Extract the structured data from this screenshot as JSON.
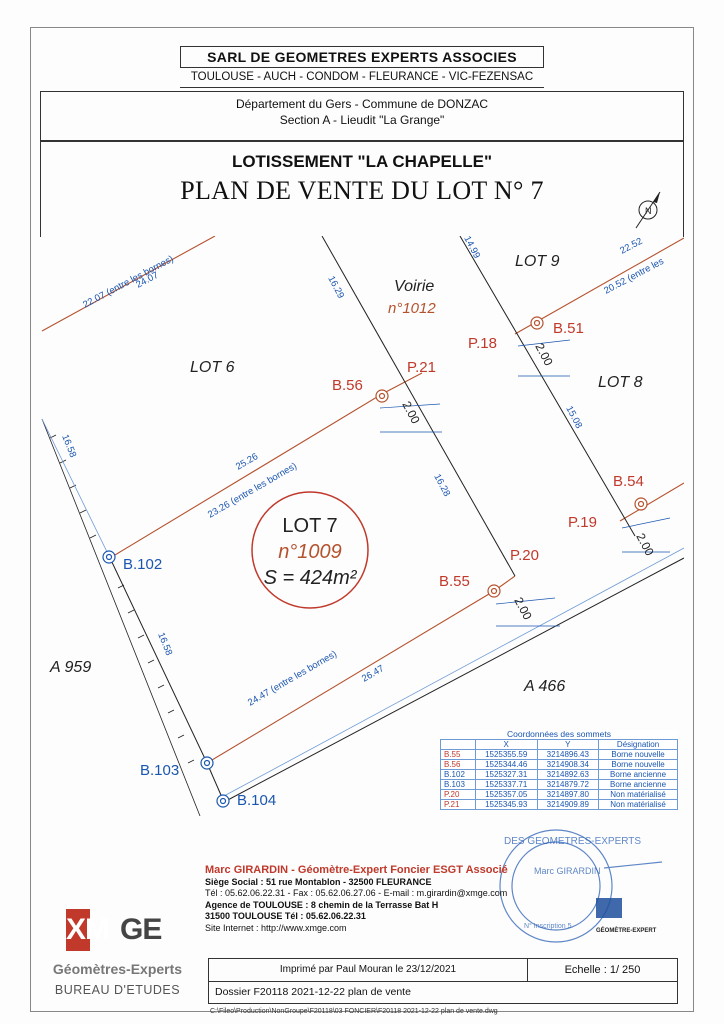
{
  "header": {
    "company": "SARL DE GEOMETRES EXPERTS ASSOCIES",
    "towns": "TOULOUSE - AUCH - CONDOM - FLEURANCE - VIC-FEZENSAC",
    "dept_line1": "Département du Gers  -  Commune de DONZAC",
    "dept_line2": "Section A - Lieudit \"La Grange\""
  },
  "title": {
    "subtitle": "LOTISSEMENT \"LA CHAPELLE\"",
    "main": "PLAN DE VENTE DU LOT N° 7"
  },
  "plan": {
    "lots": {
      "lot6": "LOT 6",
      "lot8": "LOT 8",
      "lot9": "LOT 9",
      "a959": "A 959",
      "a466": "A 466",
      "voirie": "Voirie",
      "voirie_num": "n°1012"
    },
    "lot7": {
      "name": "LOT 7",
      "number": "n°1009",
      "area": "S = 424m²"
    },
    "points": {
      "b51": "B.51",
      "b54": "B.54",
      "b55": "B.55",
      "b56": "B.56",
      "b102": "B.102",
      "b103": "B.103",
      "b104": "B.104",
      "p18": "P.18",
      "p19": "P.19",
      "p20": "P.20",
      "p21": "P.21"
    },
    "dimensions": {
      "d_22_07": "22.07 (entre les bornes)",
      "d_24_07": "24.07",
      "d_16_29": "16.29",
      "d_14_99": "14.99",
      "d_22_52": "22.52",
      "d_20_52": "20.52 (entre les",
      "d_2_00_a": "2.00",
      "d_2_00_b": "2.00",
      "d_2_00_c": "2.00",
      "d_2_00_d": "2.00",
      "d_15_08": "15.08",
      "d_16_58_a": "16.58",
      "d_16_58_b": "16.58",
      "d_25_26": "25.26",
      "d_23_26": "23.26 (entre les bornes)",
      "d_16_28": "16.28",
      "d_24_47": "24.47 (entre les bornes)",
      "d_26_47": "26.47"
    }
  },
  "coords_table": {
    "caption": "Coordonnées des sommets",
    "headers": [
      "",
      "X",
      "Y",
      "Désignation"
    ],
    "rows": [
      [
        "B.55",
        "1525355.59",
        "3214896.43",
        "Borne nouvelle"
      ],
      [
        "B.56",
        "1525344.46",
        "3214908.34",
        "Borne nouvelle"
      ],
      [
        "B.102",
        "1525327.31",
        "3214892.63",
        "Borne ancienne"
      ],
      [
        "B.103",
        "1525337.71",
        "3214879.72",
        "Borne ancienne"
      ],
      [
        "P.20",
        "1525357.05",
        "3214897.80",
        "Non matérialisé"
      ],
      [
        "P.21",
        "1525345.93",
        "3214909.89",
        "Non matérialisé"
      ]
    ]
  },
  "contact": {
    "name": "Marc GIRARDIN - Géomètre-Expert Foncier ESGT Associé",
    "siege": "Siège Social : 51 rue Montablon - 32500 FLEURANCE",
    "tel": "Tél : 05.62.06.22.31 - Fax : 05.62.06.27.06 - E-mail : m.girardin@xmge.com",
    "agence": "Agence de TOULOUSE : 8 chemin de la Terrasse Bat H",
    "agence_city": "31500 TOULOUSE   Tél : 05.62.06.22.31",
    "web": "Site Internet : http://www.xmge.com"
  },
  "logo": {
    "xm": "XM",
    "ge": "GE",
    "line1": "Géomètres-Experts",
    "line2": "BUREAU D'ETUDES"
  },
  "stamp": {
    "ring_text": "DES GEOMETRES-EXPERTS",
    "name": "Marc GIRARDIN",
    "inscription": "N° Inscription 5",
    "badge": "GÉOMÈTRE-EXPERT"
  },
  "footer": {
    "printed": "Imprimé par Paul Mouran le 23/12/2021",
    "scale": "Echelle :  1/ 250",
    "dossier": "Dossier F20118 2021-12-22  plan de vente",
    "path": "C:\\Fileo\\Production\\NonGroupe\\F20118\\03 FONCIER\\F20118 2021-12-22  plan de vente.dwg"
  },
  "colors": {
    "boundary": "#b5522e",
    "dimension": "#1a56b0",
    "point_red": "#c0392b",
    "black_line": "#222222"
  }
}
